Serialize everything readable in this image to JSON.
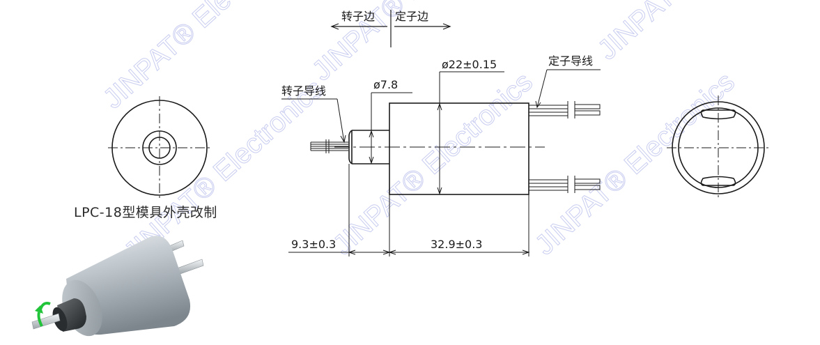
{
  "drawing": {
    "caption": "LPC-18型模具外壳改制",
    "direction_labels": {
      "rotor_side": "转子边",
      "stator_side": "定子边"
    },
    "callouts": {
      "rotor_wire": "转子导线",
      "stator_wire": "定子导线"
    },
    "dimensions": {
      "rotor_diameter": "ø7.8",
      "housing_diameter": "ø22±0.15",
      "rotor_length": "9.3±0.3",
      "housing_length": "32.9±0.3"
    },
    "views": [
      "front-view",
      "side-section-view",
      "rear-view",
      "3d-render"
    ],
    "watermark": "JINPAT® Electronics",
    "colors": {
      "line": "#1a1a1a",
      "watermark": "#c9cdf0",
      "rotation_arrow": "#22c43a"
    }
  }
}
